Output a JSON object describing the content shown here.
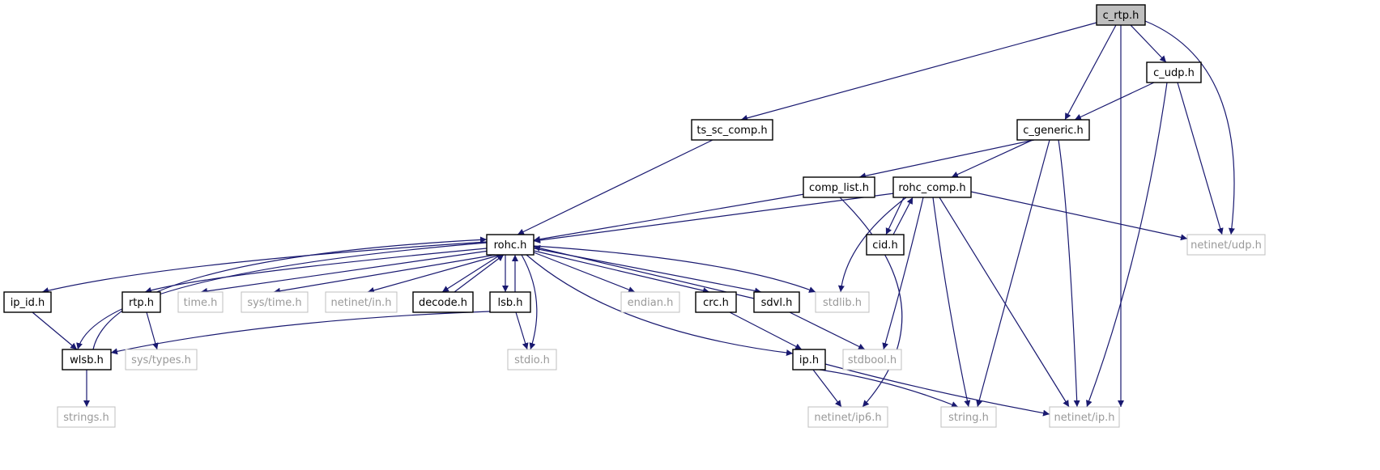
{
  "graph": {
    "colors": {
      "edge": "#191970",
      "node_border": "#000000",
      "external_border": "#bfbfbf",
      "external_text": "#999999",
      "root_fill": "#bfbfbf",
      "node_fill": "#ffffff",
      "text": "#000000"
    },
    "nodes": [
      {
        "id": "c_rtp",
        "label": "c_rtp.h",
        "kind": "root"
      },
      {
        "id": "c_udp",
        "label": "c_udp.h",
        "kind": "internal"
      },
      {
        "id": "ts_sc_comp",
        "label": "ts_sc_comp.h",
        "kind": "internal"
      },
      {
        "id": "c_generic",
        "label": "c_generic.h",
        "kind": "internal"
      },
      {
        "id": "comp_list",
        "label": "comp_list.h",
        "kind": "internal"
      },
      {
        "id": "rohc_comp",
        "label": "rohc_comp.h",
        "kind": "internal"
      },
      {
        "id": "cid",
        "label": "cid.h",
        "kind": "internal"
      },
      {
        "id": "netinet_udp",
        "label": "netinet/udp.h",
        "kind": "external"
      },
      {
        "id": "rohc",
        "label": "rohc.h",
        "kind": "internal"
      },
      {
        "id": "ip_id",
        "label": "ip_id.h",
        "kind": "internal"
      },
      {
        "id": "rtp",
        "label": "rtp.h",
        "kind": "internal"
      },
      {
        "id": "time",
        "label": "time.h",
        "kind": "external"
      },
      {
        "id": "sys_time",
        "label": "sys/time.h",
        "kind": "external"
      },
      {
        "id": "netinet_in",
        "label": "netinet/in.h",
        "kind": "external"
      },
      {
        "id": "decode",
        "label": "decode.h",
        "kind": "internal"
      },
      {
        "id": "lsb",
        "label": "lsb.h",
        "kind": "internal"
      },
      {
        "id": "endian",
        "label": "endian.h",
        "kind": "external"
      },
      {
        "id": "crc",
        "label": "crc.h",
        "kind": "internal"
      },
      {
        "id": "sdvl",
        "label": "sdvl.h",
        "kind": "internal"
      },
      {
        "id": "stdlib",
        "label": "stdlib.h",
        "kind": "external"
      },
      {
        "id": "wlsb",
        "label": "wlsb.h",
        "kind": "internal"
      },
      {
        "id": "sys_types",
        "label": "sys/types.h",
        "kind": "external"
      },
      {
        "id": "stdio",
        "label": "stdio.h",
        "kind": "external"
      },
      {
        "id": "ip",
        "label": "ip.h",
        "kind": "internal"
      },
      {
        "id": "stdbool",
        "label": "stdbool.h",
        "kind": "external"
      },
      {
        "id": "strings",
        "label": "strings.h",
        "kind": "external"
      },
      {
        "id": "netinet_ip6",
        "label": "netinet/ip6.h",
        "kind": "external"
      },
      {
        "id": "string",
        "label": "string.h",
        "kind": "external"
      },
      {
        "id": "netinet_ip",
        "label": "netinet/ip.h",
        "kind": "external"
      }
    ],
    "edges": [
      {
        "from": "c_rtp",
        "to": "ts_sc_comp"
      },
      {
        "from": "c_rtp",
        "to": "c_generic"
      },
      {
        "from": "c_rtp",
        "to": "netinet_ip"
      },
      {
        "from": "c_rtp",
        "to": "c_udp"
      },
      {
        "from": "c_rtp",
        "to": "netinet_udp"
      },
      {
        "from": "c_udp",
        "to": "c_generic"
      },
      {
        "from": "c_udp",
        "to": "netinet_ip"
      },
      {
        "from": "c_udp",
        "to": "netinet_udp"
      },
      {
        "from": "ts_sc_comp",
        "to": "rohc"
      },
      {
        "from": "c_generic",
        "to": "comp_list"
      },
      {
        "from": "c_generic",
        "to": "rohc_comp"
      },
      {
        "from": "c_generic",
        "to": "string"
      },
      {
        "from": "c_generic",
        "to": "netinet_ip"
      },
      {
        "from": "comp_list",
        "to": "rohc"
      },
      {
        "from": "comp_list",
        "to": "netinet_ip6"
      },
      {
        "from": "rohc_comp",
        "to": "rohc"
      },
      {
        "from": "rohc_comp",
        "to": "cid"
      },
      {
        "from": "rohc_comp",
        "to": "netinet_udp"
      },
      {
        "from": "rohc_comp",
        "to": "stdlib"
      },
      {
        "from": "rohc_comp",
        "to": "stdbool"
      },
      {
        "from": "rohc_comp",
        "to": "string"
      },
      {
        "from": "rohc_comp",
        "to": "netinet_ip"
      },
      {
        "from": "cid",
        "to": "rohc_comp"
      },
      {
        "from": "rohc",
        "to": "ip_id"
      },
      {
        "from": "rohc",
        "to": "wlsb"
      },
      {
        "from": "rohc",
        "to": "rtp"
      },
      {
        "from": "rohc",
        "to": "time"
      },
      {
        "from": "rohc",
        "to": "sys_time"
      },
      {
        "from": "rohc",
        "to": "netinet_in"
      },
      {
        "from": "rohc",
        "to": "decode"
      },
      {
        "from": "rohc",
        "to": "lsb"
      },
      {
        "from": "rohc",
        "to": "stdio"
      },
      {
        "from": "rohc",
        "to": "endian"
      },
      {
        "from": "rohc",
        "to": "crc"
      },
      {
        "from": "rohc",
        "to": "sdvl"
      },
      {
        "from": "rohc",
        "to": "stdlib"
      },
      {
        "from": "rohc",
        "to": "ip"
      },
      {
        "from": "ip_id",
        "to": "wlsb"
      },
      {
        "from": "rtp",
        "to": "sys_types"
      },
      {
        "from": "decode",
        "to": "rohc"
      },
      {
        "from": "lsb",
        "to": "rohc"
      },
      {
        "from": "lsb",
        "to": "wlsb"
      },
      {
        "from": "lsb",
        "to": "stdio"
      },
      {
        "from": "crc",
        "to": "ip"
      },
      {
        "from": "sdvl",
        "to": "rohc"
      },
      {
        "from": "sdvl",
        "to": "stdbool"
      },
      {
        "from": "wlsb",
        "to": "rohc"
      },
      {
        "from": "wlsb",
        "to": "strings"
      },
      {
        "from": "ip",
        "to": "netinet_ip6"
      },
      {
        "from": "ip",
        "to": "string"
      },
      {
        "from": "ip",
        "to": "netinet_ip"
      }
    ]
  }
}
